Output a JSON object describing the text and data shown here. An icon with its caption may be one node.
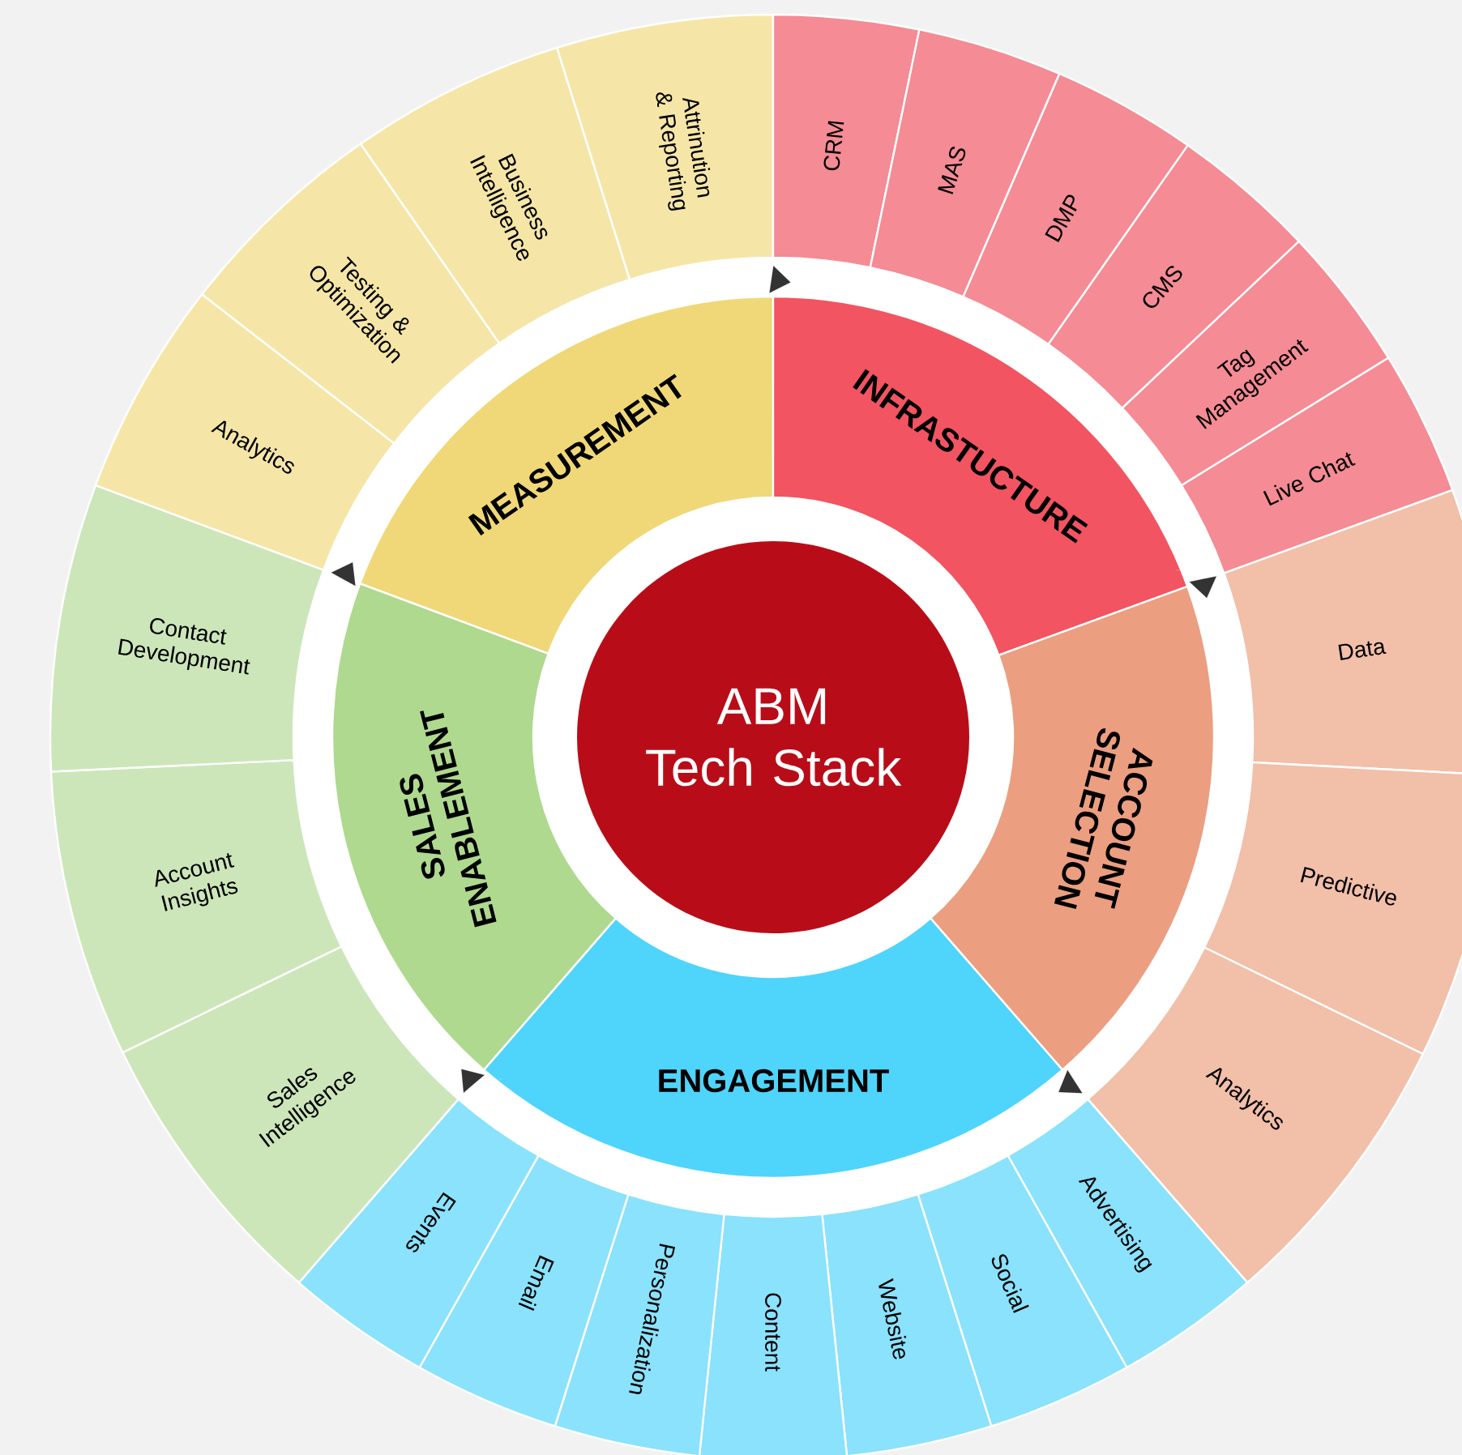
{
  "diagram": {
    "nodes": [
      {
        "text": [
          "ABM Tech Stack"
        ]
      },
      {
        "text": [
          "MEASUREMENT"
        ]
      },
      {
        "text": [
          "INFRASTUCTURE"
        ]
      },
      {
        "text": [
          "ACCOUNT SELECTION"
        ]
      },
      {
        "text": [
          "ENGAGEMENT"
        ]
      },
      {
        "text": [
          "SALES ENABLEMENT"
        ]
      },
      {
        "text": [
          "Analytics"
        ]
      },
      {
        "text": [
          "Testing & Optimization"
        ]
      },
      {
        "text": [
          "Business Intelligence"
        ]
      },
      {
        "text": [
          "Attrinution & Reporting"
        ]
      },
      {
        "text": [
          "CRM"
        ]
      },
      {
        "text": [
          "MAS"
        ]
      },
      {
        "text": [
          "DMP"
        ]
      },
      {
        "text": [
          "CMS"
        ]
      },
      {
        "text": [
          "Tag Management"
        ]
      },
      {
        "text": [
          "Live Chat"
        ]
      },
      {
        "text": [
          "Data"
        ]
      },
      {
        "text": [
          "Predictive"
        ]
      },
      {
        "text": [
          "Analytics"
        ]
      },
      {
        "text": [
          "Advertising"
        ]
      },
      {
        "text": [
          "Social"
        ]
      },
      {
        "text": [
          "Website"
        ]
      },
      {
        "text": [
          "Content"
        ]
      },
      {
        "text": [
          "Personalization"
        ]
      },
      {
        "text": [
          "Email"
        ]
      },
      {
        "text": [
          "Events"
        ]
      },
      {
        "text": [
          "Sales Intelligence"
        ]
      },
      {
        "text": [
          "Account Insights"
        ]
      },
      {
        "text": [
          "Contact Development"
        ]
      }
    ],
    "edges": [
      {
        "from": 1,
        "to": 2,
        "arrow": "to"
      },
      {
        "from": 2,
        "to": 3,
        "arrow": "to"
      },
      {
        "from": 3,
        "to": 4,
        "arrow": "to"
      },
      {
        "from": 4,
        "to": 5,
        "arrow": "to"
      },
      {
        "from": 5,
        "to": 1,
        "arrow": "to"
      }
    ]
  }
}
